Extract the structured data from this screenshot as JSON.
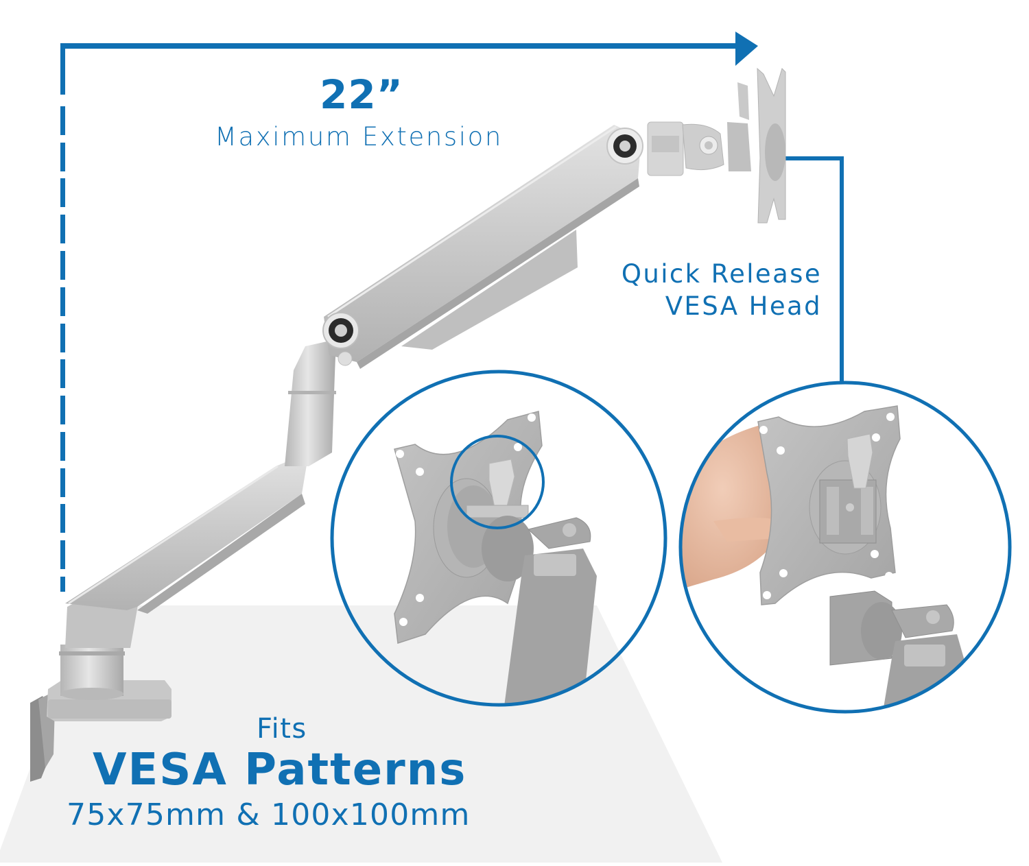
{
  "headline": {
    "extension_value": "22”",
    "extension_label": "Maximum Extension"
  },
  "callout": {
    "line1": "Quick Release",
    "line2": "VESA Head"
  },
  "footer": {
    "fits": "Fits",
    "title": "VESA Patterns",
    "sizes": "75x75mm & 100x100mm"
  },
  "colors": {
    "accent": "#1070b3",
    "desk_surface": "#f1f1f1",
    "metal_light": "#d4d4d4",
    "metal_mid": "#bdbdbd",
    "metal_dark": "#9a9a9a",
    "background": "#ffffff"
  },
  "icons": {
    "extension_arrow": "arrow-right-icon",
    "detail_left": "vesa-plate-attached-icon",
    "detail_right": "vesa-plate-released-icon"
  }
}
